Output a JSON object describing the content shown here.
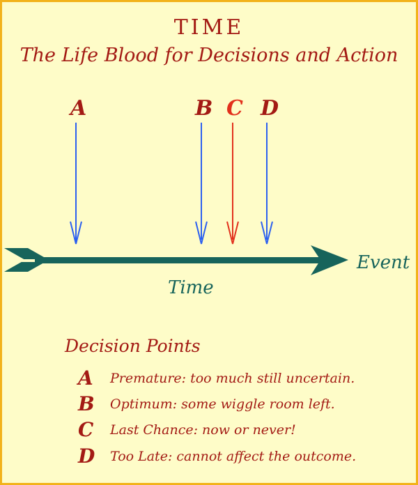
{
  "title": "TIME",
  "subtitle": "The Life Blood for Decisions and Action",
  "timeline": {
    "event_label": "Event",
    "axis_label": "Time"
  },
  "markers": [
    {
      "letter": "A",
      "color": "#2b5ff0",
      "label_color": "#a31a14"
    },
    {
      "letter": "B",
      "color": "#2b5ff0",
      "label_color": "#a31a14"
    },
    {
      "letter": "C",
      "color": "#e2301c",
      "label_color": "#e2301c"
    },
    {
      "letter": "D",
      "color": "#2b5ff0",
      "label_color": "#a31a14"
    }
  ],
  "legend": {
    "title": "Decision Points",
    "items": [
      {
        "letter": "A",
        "text": "Premature: too much still uncertain."
      },
      {
        "letter": "B",
        "text": "Optimum: some wiggle room left."
      },
      {
        "letter": "C",
        "text": "Last Chance: now or never!"
      },
      {
        "letter": "D",
        "text": "Too Late: cannot affect the outcome."
      }
    ]
  },
  "colors": {
    "background": "#fefcc8",
    "border": "#f2b21a",
    "title": "#a31a14",
    "timeline": "#17645b"
  }
}
